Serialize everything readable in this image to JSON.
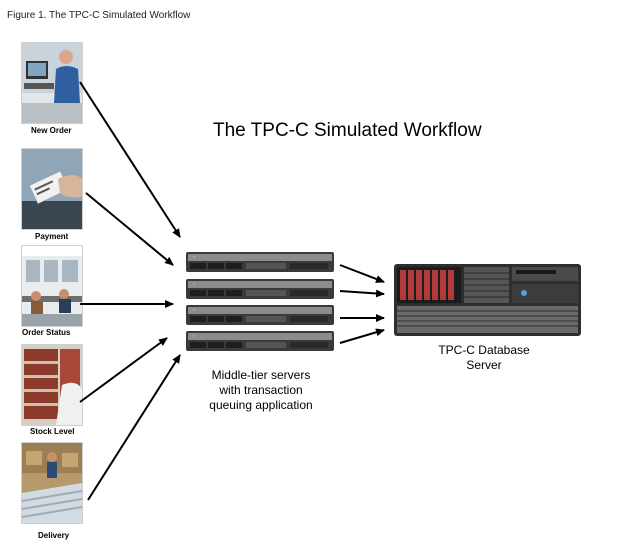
{
  "figure_caption": "Figure 1. The TPC-C Simulated Workflow",
  "title": "The TPC-C Simulated Workflow",
  "transactions": [
    {
      "label": "New Order",
      "icon": "clerk-at-computer-photo"
    },
    {
      "label": "Payment",
      "icon": "credit-card-payment-photo"
    },
    {
      "label": "Order Status",
      "icon": "office-workers-photo"
    },
    {
      "label": "Stock Level",
      "icon": "warehouse-shelves-photo"
    },
    {
      "label": "Delivery",
      "icon": "conveyor-delivery-photo"
    }
  ],
  "middle_tier": {
    "label_lines": [
      "Middle-tier servers",
      "with transaction",
      "queuing application"
    ],
    "server_count": 4,
    "icon": "rack-server-icon"
  },
  "database": {
    "label_lines": [
      "TPC-C Database",
      "Server"
    ],
    "icon": "database-server-icon"
  },
  "colors": {
    "arrow": "#000000",
    "server_body": "#3a3a3a",
    "server_bezel": "#8c8c8c"
  }
}
